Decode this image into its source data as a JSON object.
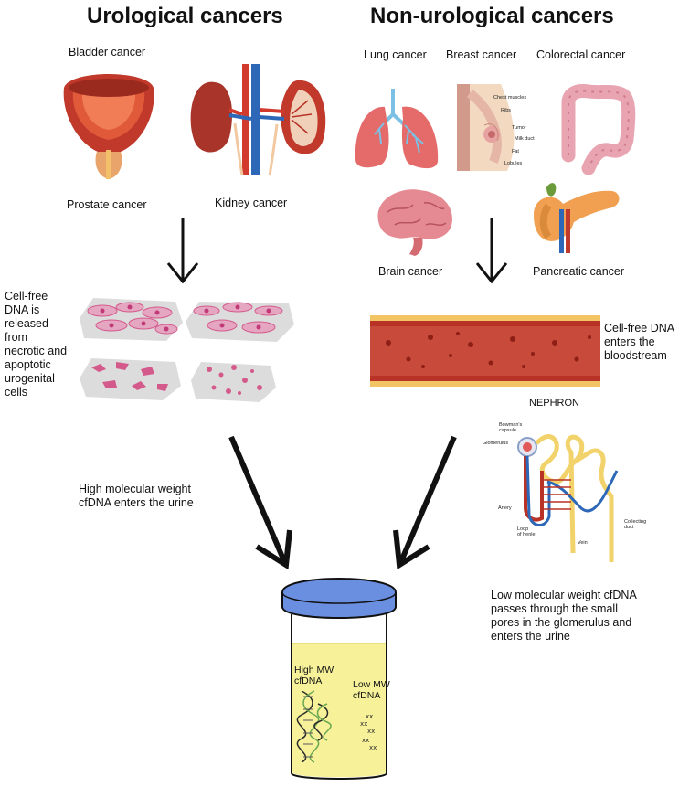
{
  "headings": {
    "urological": "Urological cancers",
    "non_urological": "Non-urological cancers"
  },
  "urological": {
    "bladder": "Bladder cancer",
    "prostate": "Prostate cancer",
    "kidney": "Kidney cancer",
    "release_text": [
      "Cell-free",
      "DNA is",
      "released",
      "from",
      "necrotic and",
      "apoptotic",
      "urogenital",
      "cells"
    ],
    "high_mw_text": [
      "High molecular weight",
      "cfDNA enters the urine"
    ]
  },
  "non_urological": {
    "lung": "Lung cancer",
    "breast": "Breast cancer",
    "colorectal": "Colorectal cancer",
    "brain": "Brain cancer",
    "pancreatic": "Pancreatic cancer",
    "bloodstream_text": [
      "Cell-free DNA",
      "enters the",
      "bloodstream"
    ],
    "low_mw_text": [
      "Low molecular weight cfDNA",
      "passes through the small",
      "pores in the glomerulus and",
      "enters the urine"
    ]
  },
  "breast_labels": [
    "Chest muscles",
    "Ribs",
    "Tumor",
    "Milk duct",
    "Fat",
    "Lobules"
  ],
  "nephron": {
    "title": "NEPHRON",
    "bowman": [
      "Bowman's",
      "capsule"
    ],
    "glomerulus": "Glomerulus",
    "artery": "Artery",
    "loop": [
      "Loop",
      "of henle"
    ],
    "vein": "Vein",
    "collecting": [
      "Collecting",
      "duct"
    ]
  },
  "container": {
    "high_mw": [
      "High MW",
      "cfDNA"
    ],
    "low_mw": [
      "Low MW",
      "cfDNA"
    ]
  },
  "colors": {
    "organ_red": "#c0392b",
    "tissue_pink": "#d45a8c",
    "lid_blue": "#6b8fe0",
    "urine_yellow": "#f7f29a",
    "vessel_red": "#b83226"
  }
}
